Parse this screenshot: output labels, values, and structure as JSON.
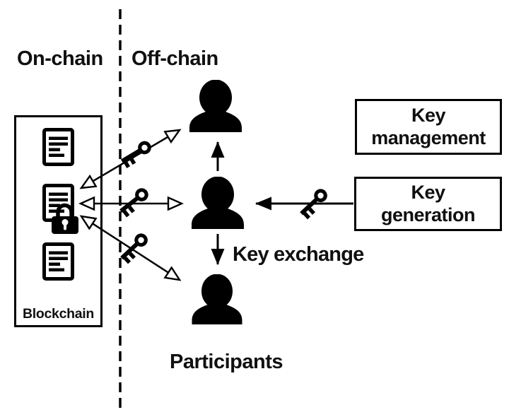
{
  "colors": {
    "ink": "#000000",
    "text": "#101010",
    "background": "#ffffff"
  },
  "header": {
    "on_chain": "On-chain",
    "off_chain": "Off-chain"
  },
  "blockchain": {
    "label": "Blockchain",
    "blocks": [
      "document-icon",
      "document-locked-icon",
      "document-icon"
    ]
  },
  "participants": {
    "label": "Participants",
    "count": 3
  },
  "boxes": {
    "key_management": "Key\nmanagement",
    "key_generation": "Key\ngeneration"
  },
  "annotations": {
    "key_exchange": "Key exchange"
  },
  "icons": {
    "person": "person-icon",
    "document": "document-icon",
    "lock": "lock-icon",
    "key": "key-icon"
  }
}
